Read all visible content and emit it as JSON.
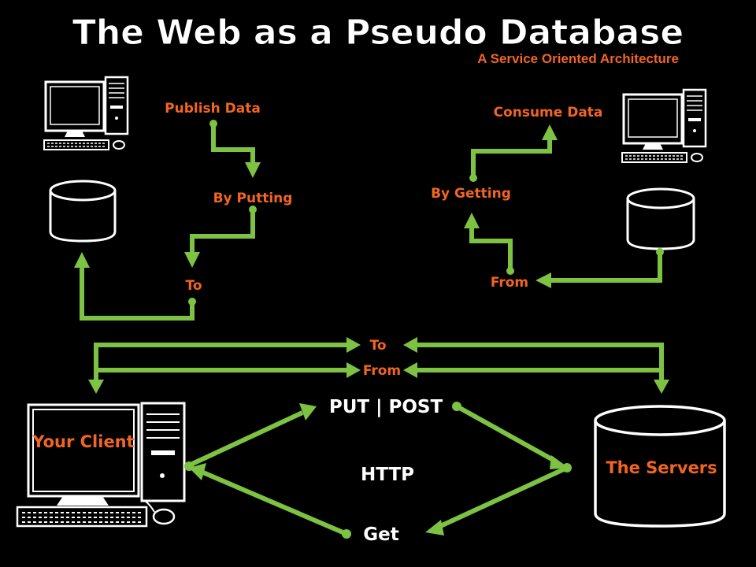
{
  "title": "The Web as a Pseudo Database",
  "subtitle": "A Service Oriented Architecture",
  "colors": {
    "background": "#000000",
    "arrow": "#7dc242",
    "label": "#f26522",
    "white": "#ffffff"
  },
  "labels": {
    "publish_data": "Publish Data",
    "by_putting": "By Putting",
    "to_left": "To",
    "consume_data": "Consume Data",
    "by_getting": "By Getting",
    "from_right": "From",
    "to_middle": "To",
    "from_middle": "From",
    "put_post": "PUT | POST",
    "http": "HTTP",
    "get": "Get",
    "your_client": "Your Client",
    "the_servers": "The Servers"
  },
  "icons": {
    "computer_top_left": "desktop-computer-icon",
    "computer_top_right": "desktop-computer-icon",
    "computer_client": "desktop-computer-icon",
    "database_left": "database-cylinder-icon",
    "database_right": "database-cylinder-icon",
    "database_servers": "database-cylinder-icon"
  }
}
